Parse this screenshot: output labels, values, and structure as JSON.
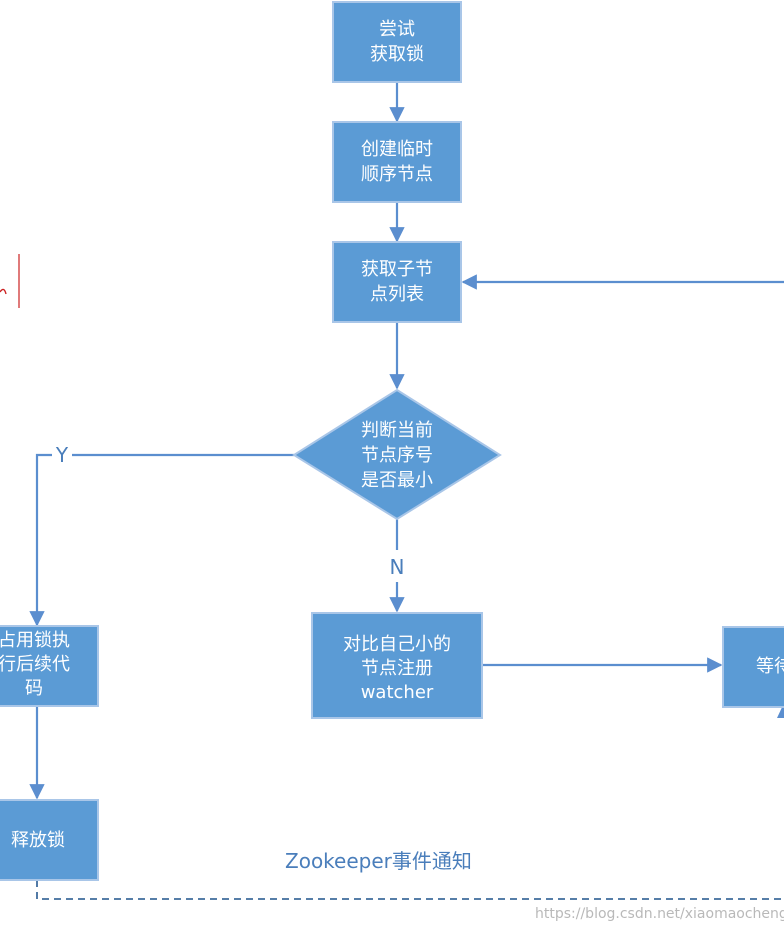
{
  "nodes": {
    "try_lock": [
      "尝试",
      "获取锁"
    ],
    "create_node": [
      "创建临时",
      "顺序节点"
    ],
    "get_children": [
      "获取子节",
      "点列表"
    ],
    "decision": [
      "判断当前",
      "节点序号",
      "是否最小"
    ],
    "use_lock": [
      "占用锁执",
      "行后续代",
      "码"
    ],
    "register": [
      "对比自己小的",
      "节点注册",
      "watcher"
    ],
    "release": [
      "释放锁"
    ],
    "wait": [
      "等待"
    ]
  },
  "edges": {
    "yes_label": "Y",
    "no_label": "N"
  },
  "annotation": "Zookeeper事件通知",
  "watermark": "https://blog.csdn.net/xiaomaocheng",
  "colors": {
    "box_fill": "#5b9bd5",
    "box_border": "#a9c6e8",
    "edge": "#5b8ecf",
    "label": "#4a7ebb",
    "margin_mark": "#cc2222"
  }
}
